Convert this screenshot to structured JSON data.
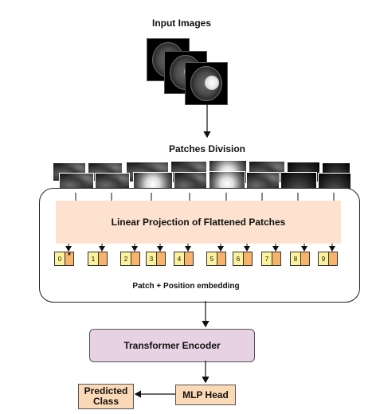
{
  "input_title": "Input Images",
  "patches_title": "Patches Division",
  "projection_label": "Linear Projection of Flattened Patches",
  "tokens": [
    {
      "num": "0",
      "emb": "*"
    },
    {
      "num": "1",
      "emb": ""
    },
    {
      "num": "2",
      "emb": ""
    },
    {
      "num": "3",
      "emb": ""
    },
    {
      "num": "4",
      "emb": ""
    },
    {
      "num": "5",
      "emb": ""
    },
    {
      "num": "6",
      "emb": ""
    },
    {
      "num": "7",
      "emb": ""
    },
    {
      "num": "8",
      "emb": ""
    },
    {
      "num": "9",
      "emb": ""
    }
  ],
  "embedding_label": "Patch + Position embedding",
  "encoder_label": "Transformer Encoder",
  "mlp_label": "MLP Head",
  "predicted_line1": "Predicted",
  "predicted_line2": "Class",
  "colors": {
    "projection_fill": "#fde3cf",
    "token_num_fill": "#fbf29b",
    "token_emb_fill": "#f8b36b",
    "encoder_fill": "#e6d2e3",
    "head_fill": "#fcd9b6"
  }
}
